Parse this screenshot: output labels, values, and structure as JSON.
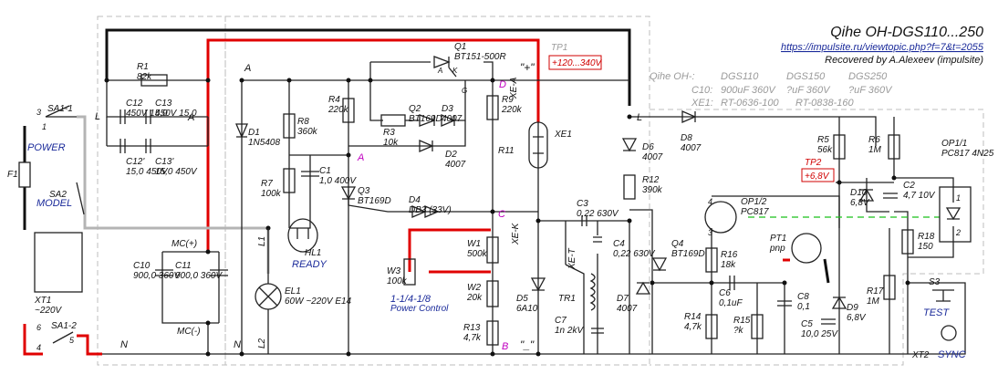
{
  "header": {
    "title": "Qihe OH-DGS110...250",
    "link": "https://impulsite.ru/viewtopic.php?f=7&t=2055",
    "recovered": "Recovered by A.Alexeev (impulsite)"
  },
  "spec_table": {
    "row1": [
      "Qihe OH-:",
      "DGS110",
      "DGS150",
      "DGS250"
    ],
    "row2": [
      "C10:",
      "900uF 360V",
      "?uF 360V",
      "?uF 360V"
    ],
    "row3": [
      "XE1:",
      "RT-0636-100",
      "RT-0838-160"
    ]
  },
  "test_points": {
    "tp1_label": "TP1",
    "tp1_value": "+120...340V",
    "tp2_label": "TP2",
    "tp2_value": "+6,8V"
  },
  "nodes": {
    "A": "A",
    "B": "B",
    "C": "C",
    "D": "D",
    "L": "L",
    "N": "N",
    "plus": "\"+\"",
    "minus": "\"_\""
  },
  "labels": {
    "power": "POWER",
    "model": "MODEL",
    "ready": "READY",
    "test": "TEST",
    "sync": "SYNC",
    "power_control": "Power Control",
    "fractions": "1-1/4-1/8",
    "mc_plus": "MC(+)",
    "mc_minus": "MC(-)",
    "xe_a": "XE-A",
    "xe_k": "XE-K",
    "xe_t": "XE-T",
    "l1": "L1",
    "l2": "L2"
  },
  "components": [
    {
      "ref": "SA1-1",
      "value": ""
    },
    {
      "ref": "SA1-2",
      "value": ""
    },
    {
      "ref": "SA2",
      "value": ""
    },
    {
      "ref": "F1",
      "value": ""
    },
    {
      "ref": "XT1",
      "value": "~220V"
    },
    {
      "ref": "R1",
      "value": "82k"
    },
    {
      "ref": "C12",
      "value": "450V 15,0"
    },
    {
      "ref": "C13",
      "value": "450V 15,0"
    },
    {
      "ref": "C12'",
      "value": "15,0 450V"
    },
    {
      "ref": "C13'",
      "value": "15,0 450V"
    },
    {
      "ref": "D1",
      "value": "1N5408"
    },
    {
      "ref": "C10",
      "value": "900,0 360V"
    },
    {
      "ref": "C11",
      "value": "900,0 360V"
    },
    {
      "ref": "R8",
      "value": "360k"
    },
    {
      "ref": "R7",
      "value": "100k"
    },
    {
      "ref": "C1",
      "value": "1,0 400V"
    },
    {
      "ref": "HL1",
      "value": ""
    },
    {
      "ref": "EL1",
      "value": "60W ~220V E14"
    },
    {
      "ref": "R4",
      "value": "220k"
    },
    {
      "ref": "R3",
      "value": "10k"
    },
    {
      "ref": "Q2",
      "value": "BT169D"
    },
    {
      "ref": "D3",
      "value": "4007"
    },
    {
      "ref": "D2",
      "value": "4007"
    },
    {
      "ref": "Q1",
      "value": "BT151-500R"
    },
    {
      "ref": "Q3",
      "value": "BT169D"
    },
    {
      "ref": "D4",
      "value": "DB3 (33V)"
    },
    {
      "ref": "R9",
      "value": "220k"
    },
    {
      "ref": "R11",
      "value": ""
    },
    {
      "ref": "W1",
      "value": "500k"
    },
    {
      "ref": "W2",
      "value": "20k"
    },
    {
      "ref": "W3",
      "value": "100k"
    },
    {
      "ref": "R13",
      "value": "4,7k"
    },
    {
      "ref": "XE1",
      "value": ""
    },
    {
      "ref": "D5",
      "value": "6A10"
    },
    {
      "ref": "C3",
      "value": "0,22 630V"
    },
    {
      "ref": "C4",
      "value": "0,22 630V"
    },
    {
      "ref": "TR1",
      "value": ""
    },
    {
      "ref": "C7",
      "value": "1n 2kV"
    },
    {
      "ref": "D6",
      "value": "4007"
    },
    {
      "ref": "R12",
      "value": "390k"
    },
    {
      "ref": "D7",
      "value": "4007"
    },
    {
      "ref": "Q4",
      "value": "BT169D"
    },
    {
      "ref": "D8",
      "value": "4007"
    },
    {
      "ref": "R16",
      "value": "18k"
    },
    {
      "ref": "R14",
      "value": "4,7k"
    },
    {
      "ref": "C6",
      "value": "0,1uF"
    },
    {
      "ref": "R15",
      "value": "?k"
    },
    {
      "ref": "PT1",
      "value": "pnp"
    },
    {
      "ref": "C8",
      "value": "0,1"
    },
    {
      "ref": "C5",
      "value": "10,0 25V"
    },
    {
      "ref": "D9",
      "value": "6,8V"
    },
    {
      "ref": "R5",
      "value": "56k"
    },
    {
      "ref": "R6",
      "value": "1M"
    },
    {
      "ref": "D10",
      "value": "6,8V"
    },
    {
      "ref": "C2",
      "value": "4,7 10V"
    },
    {
      "ref": "R18",
      "value": "150"
    },
    {
      "ref": "R17",
      "value": "1M"
    },
    {
      "ref": "OP1/1",
      "value": "PC817 4N25"
    },
    {
      "ref": "OP1/2",
      "value": "PC817"
    },
    {
      "ref": "S3",
      "value": ""
    },
    {
      "ref": "XT2",
      "value": ""
    }
  ],
  "pins": {
    "sa1_1_a": "3",
    "sa1_1_b": "1",
    "sa1_2_a": "6",
    "sa1_2_b": "4",
    "sa1_2_c": "5",
    "op_4": "4",
    "op_3": "3",
    "op_1": "1",
    "op_2": "2",
    "q1_a": "A",
    "q1_k": "K",
    "q1_g": "G"
  }
}
